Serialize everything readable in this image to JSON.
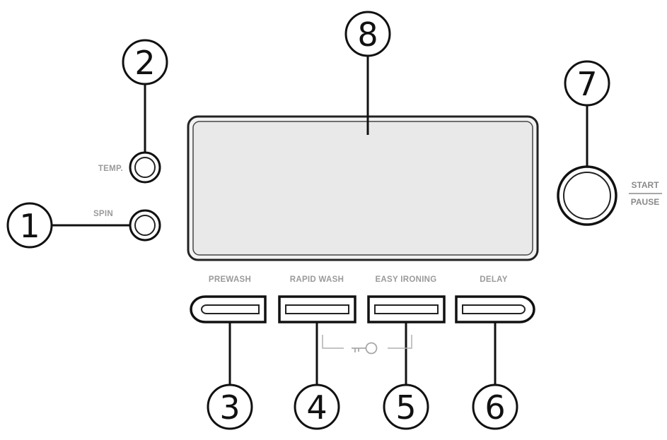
{
  "callouts": {
    "n1": "1",
    "n2": "2",
    "n3": "3",
    "n4": "4",
    "n5": "5",
    "n6": "6",
    "n7": "7",
    "n8": "8"
  },
  "knobs": {
    "temp_label": "TEMP.",
    "spin_label": "SPIN"
  },
  "buttons": {
    "prewash": "PREWASH",
    "rapid_wash": "RAPID WASH",
    "easy_ironing": "EASY IRONING",
    "delay": "DELAY"
  },
  "start": {
    "line1": "START",
    "line2": "PAUSE"
  },
  "key_lock_icon": "key-icon"
}
